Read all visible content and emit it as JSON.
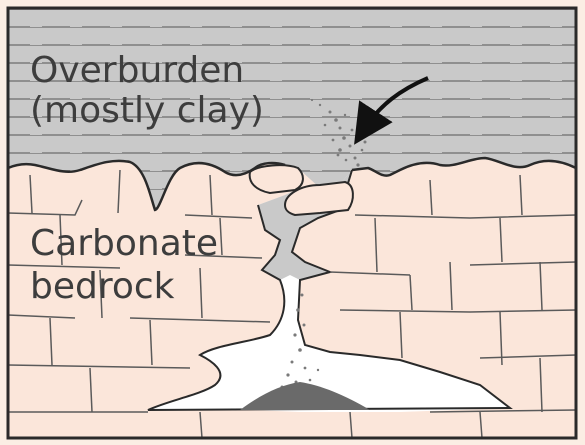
{
  "labels": {
    "overburden_line1": "Overburden",
    "overburden_line2": "(mostly clay)",
    "bedrock_line1": "Carbonate",
    "bedrock_line2": "bedrock"
  },
  "colors": {
    "background": "#fbeee4",
    "overburden_fill": "#c9c9c9",
    "overburden_dash": "#8f8f8f",
    "bedrock_fill": "#fbe6da",
    "joint_line": "#5a5a5a",
    "cavity_fill": "#ffffff",
    "sediment_pile": "#6a6a6a",
    "outline": "#2a2a2a"
  },
  "icons": {
    "arrow": "curved-arrow-icon"
  }
}
